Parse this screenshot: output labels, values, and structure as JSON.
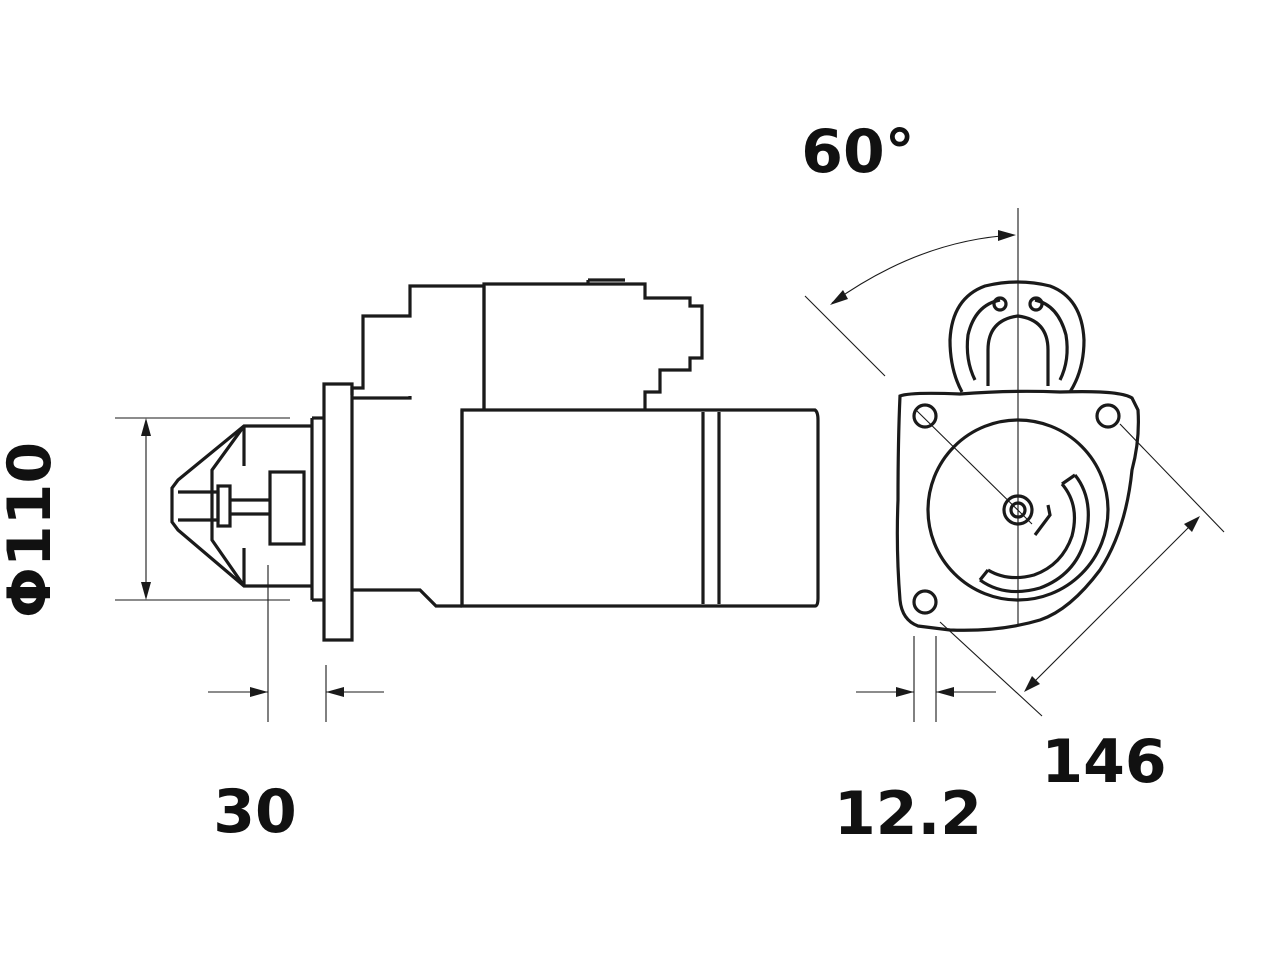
{
  "dimensions": {
    "diameter": "Φ110",
    "offset": "30",
    "angle": "60°",
    "flange": "12.2",
    "bolt_span": "146"
  },
  "colors": {
    "line": "#1a1a1a",
    "background": "#ffffff"
  }
}
